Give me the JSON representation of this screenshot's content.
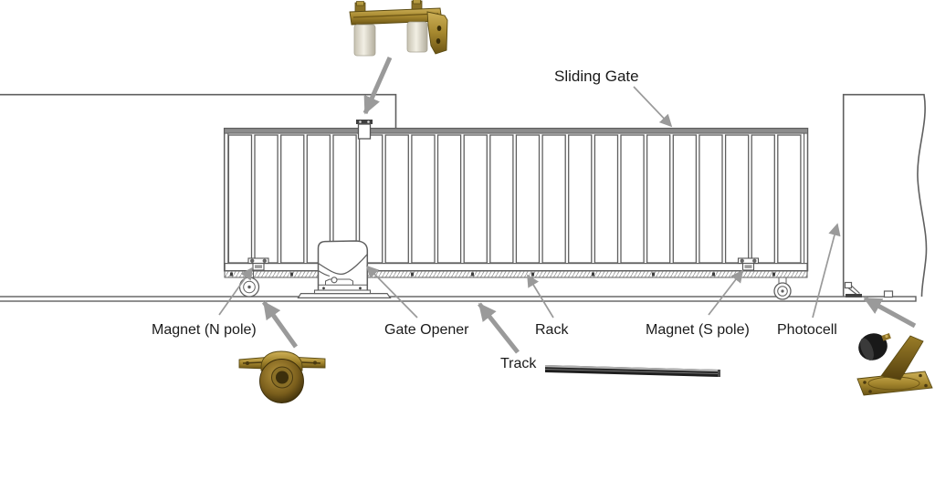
{
  "diagram": {
    "type": "sliding-gate-installation-diagram",
    "labels": {
      "sliding_gate": "Sliding Gate",
      "magnet_n": "Magnet (N pole)",
      "gate_opener": "Gate Opener",
      "rack": "Rack",
      "track": "Track",
      "magnet_s": "Magnet (S pole)",
      "photocell": "Photocell"
    },
    "gate": {
      "panel_count": 22
    },
    "photos": {
      "top": "guide-roller-bracket-photo",
      "bottom_left": "carriage-wheel-photo",
      "bottom_center": "track-rail-photo",
      "bottom_right": "photocell-photo"
    },
    "colors": {
      "line": "#5f5f5f",
      "arrow": "#9a9a9a",
      "text": "#1a1a1a",
      "brass": "#a5872e",
      "brass_dark": "#6b5414",
      "roller_white": "#eceadd",
      "track_dark": "#1f1f1f"
    }
  }
}
